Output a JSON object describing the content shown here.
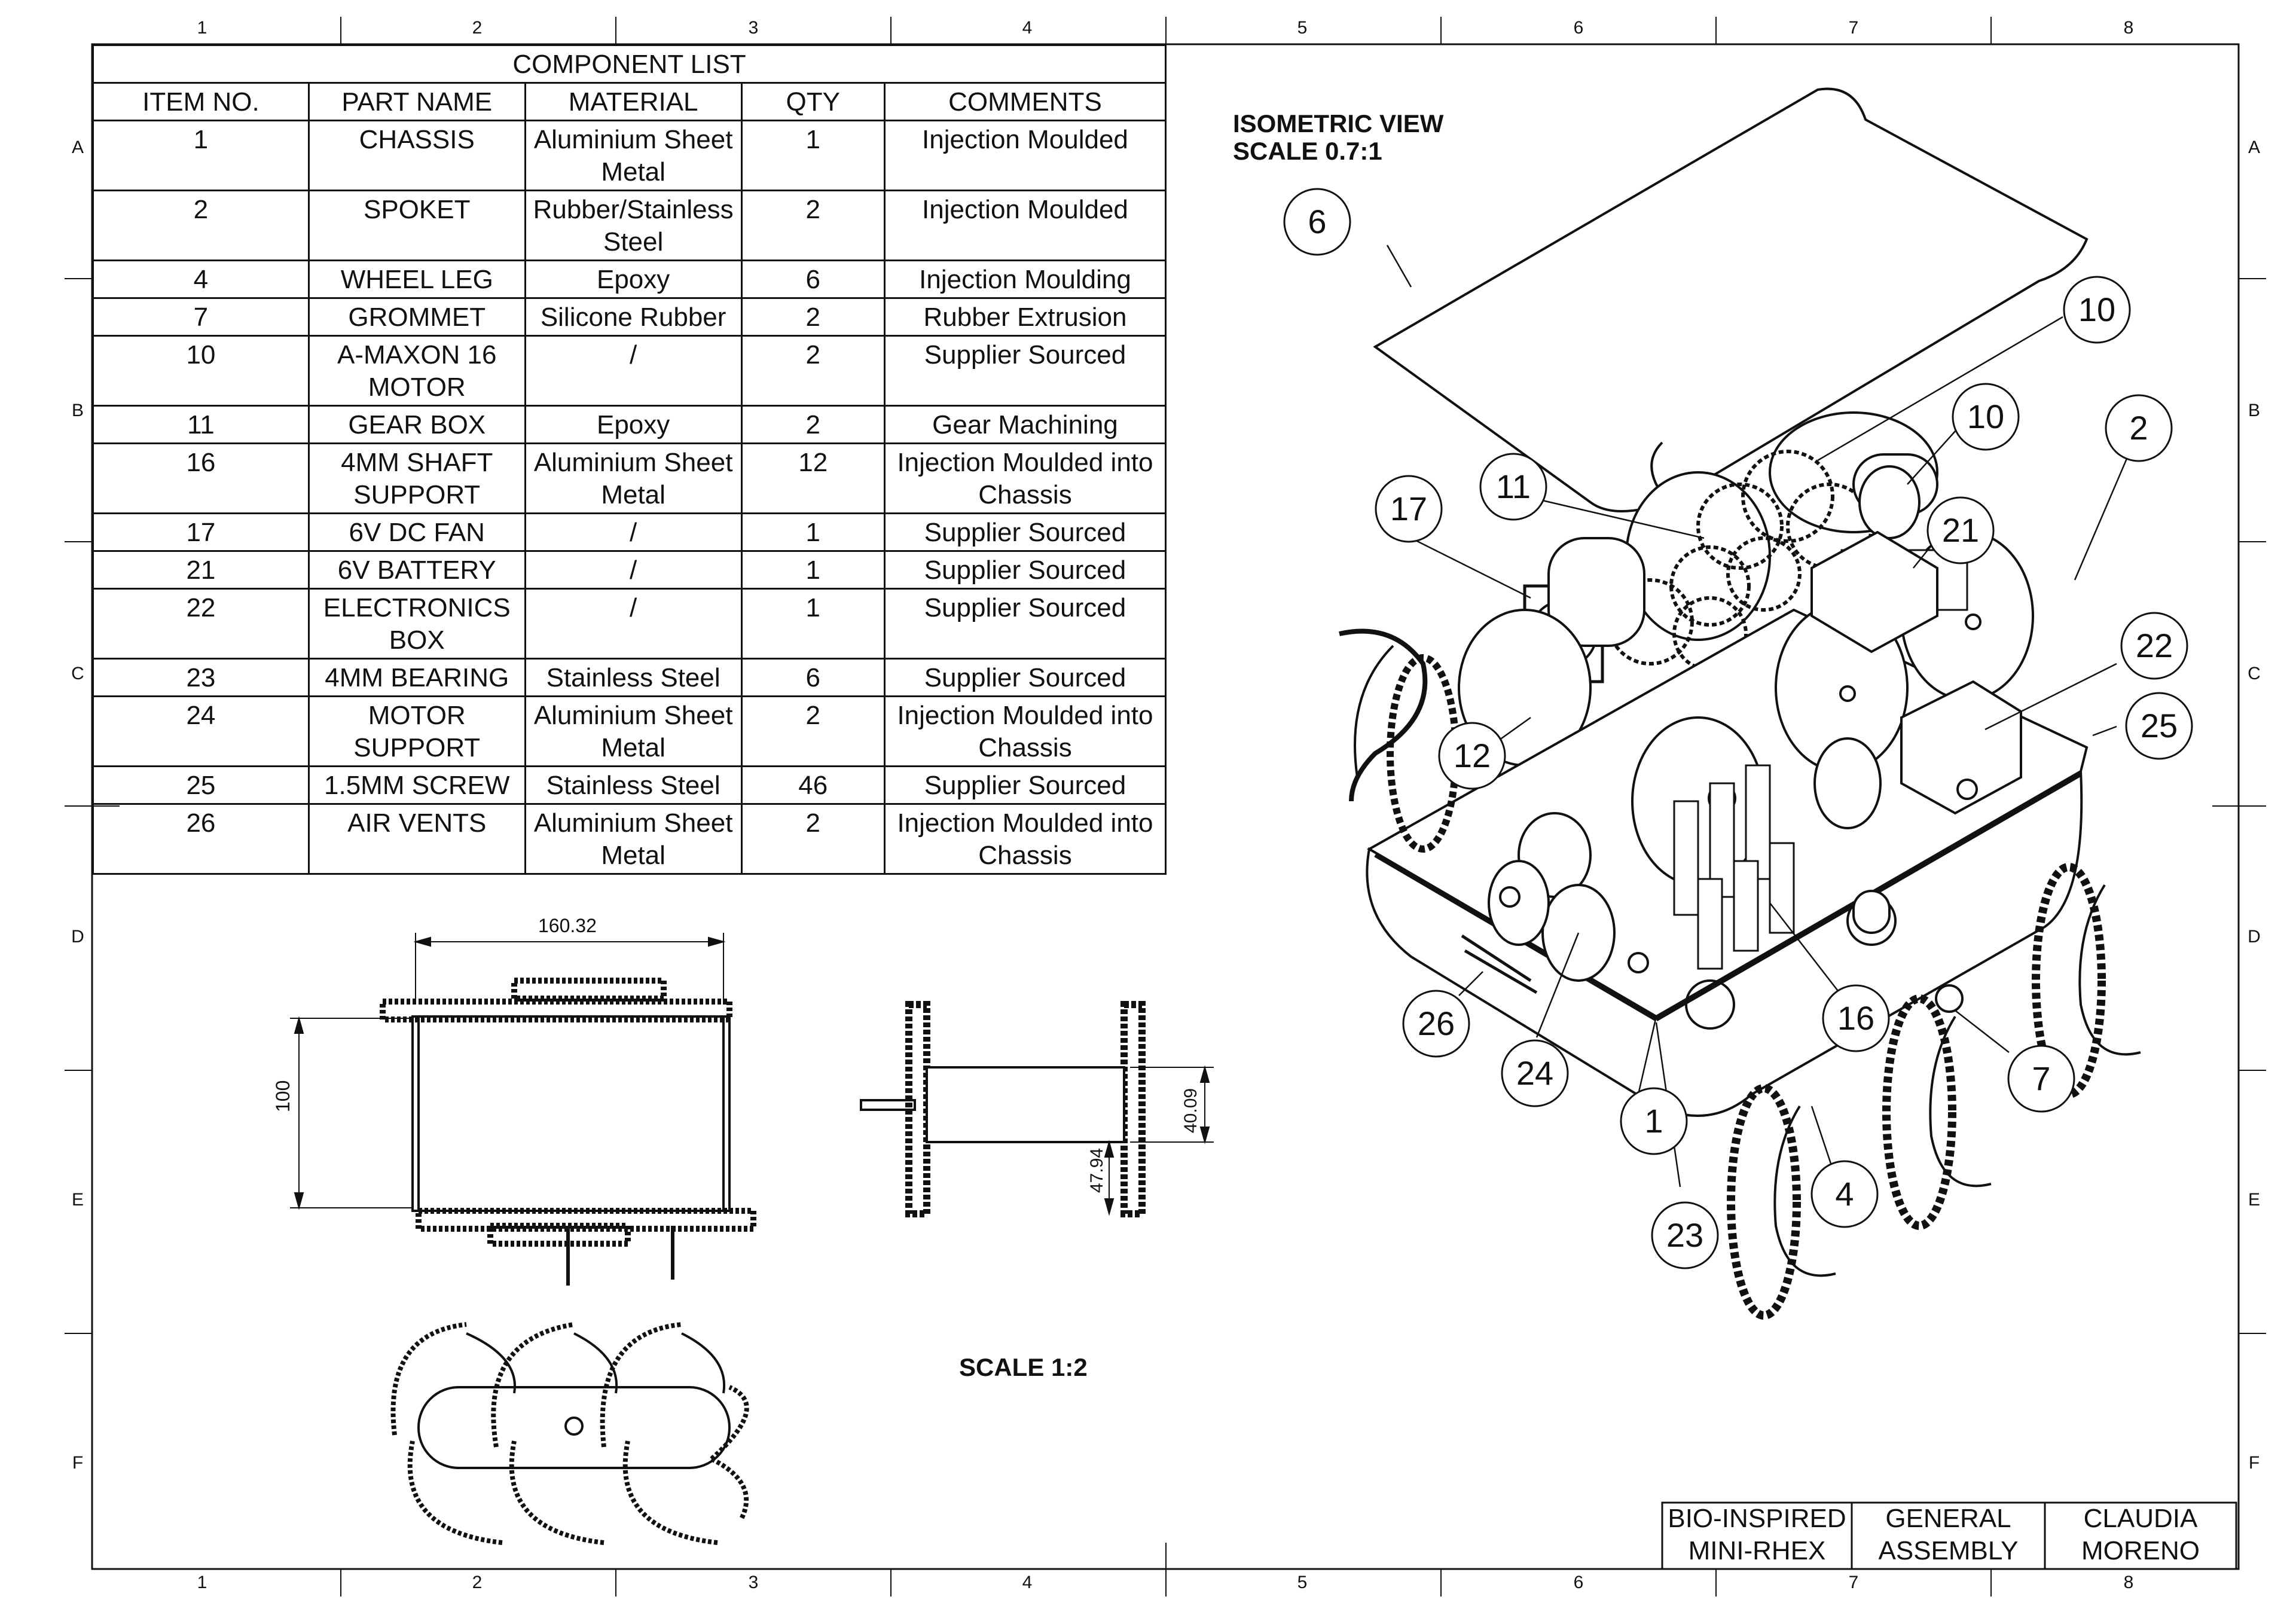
{
  "zones_top": [
    "1",
    "2",
    "3",
    "4",
    "5",
    "6",
    "7",
    "8"
  ],
  "zones_side": [
    "A",
    "B",
    "C",
    "D",
    "E",
    "F"
  ],
  "component_list": {
    "title": "COMPONENT LIST",
    "headers": [
      "ITEM NO.",
      "PART NAME",
      "MATERIAL",
      "QTY",
      "COMMENTS"
    ],
    "rows": [
      {
        "item": "1",
        "part": "CHASSIS",
        "material": "Aluminium Sheet Metal",
        "qty": "1",
        "comments": "Injection Moulded"
      },
      {
        "item": "2",
        "part": "SPOKET",
        "material": "Rubber/Stainless Steel",
        "qty": "2",
        "comments": "Injection Moulded"
      },
      {
        "item": "4",
        "part": "WHEEL LEG",
        "material": "Epoxy",
        "qty": "6",
        "comments": "Injection Moulding"
      },
      {
        "item": "7",
        "part": "GROMMET",
        "material": "Silicone Rubber",
        "qty": "2",
        "comments": "Rubber Extrusion"
      },
      {
        "item": "10",
        "part": "A-MAXON 16 MOTOR",
        "material": "/",
        "qty": "2",
        "comments": "Supplier Sourced"
      },
      {
        "item": "11",
        "part": "GEAR BOX",
        "material": "Epoxy",
        "qty": "2",
        "comments": "Gear Machining"
      },
      {
        "item": "16",
        "part": "4MM SHAFT SUPPORT",
        "material": "Aluminium Sheet Metal",
        "qty": "12",
        "comments": "Injection Moulded into Chassis"
      },
      {
        "item": "17",
        "part": "6V DC FAN",
        "material": "/",
        "qty": "1",
        "comments": "Supplier Sourced"
      },
      {
        "item": "21",
        "part": "6V BATTERY",
        "material": "/",
        "qty": "1",
        "comments": "Supplier Sourced"
      },
      {
        "item": "22",
        "part": "ELECTRONICS BOX",
        "material": "/",
        "qty": "1",
        "comments": "Supplier Sourced"
      },
      {
        "item": "23",
        "part": "4MM BEARING",
        "material": "Stainless Steel",
        "qty": "6",
        "comments": "Supplier Sourced"
      },
      {
        "item": "24",
        "part": "MOTOR SUPPORT",
        "material": "Aluminium Sheet Metal",
        "qty": "2",
        "comments": "Injection Moulded into Chassis"
      },
      {
        "item": "25",
        "part": "1.5MM SCREW",
        "material": "Stainless Steel",
        "qty": "46",
        "comments": "Supplier Sourced"
      },
      {
        "item": "26",
        "part": "AIR VENTS",
        "material": "Aluminium Sheet Metal",
        "qty": "2",
        "comments": "Injection Moulded into Chassis"
      }
    ]
  },
  "isometric": {
    "title": "ISOMETRIC VIEW",
    "scale": "SCALE 0.7:1"
  },
  "scale_label": "SCALE 1:2",
  "dimensions": {
    "width": "160.32",
    "height": "100",
    "side_a": "40.09",
    "side_b": "47.94"
  },
  "balloons": [
    "6",
    "10",
    "10",
    "2",
    "11",
    "17",
    "21",
    "22",
    "25",
    "12",
    "26",
    "24",
    "1",
    "23",
    "16",
    "4",
    "7"
  ],
  "title_block": {
    "project": "BIO-INSPIRED MINI-RHEX",
    "drawing": "GENERAL ASSEMBLY",
    "author": "CLAUDIA MORENO"
  }
}
